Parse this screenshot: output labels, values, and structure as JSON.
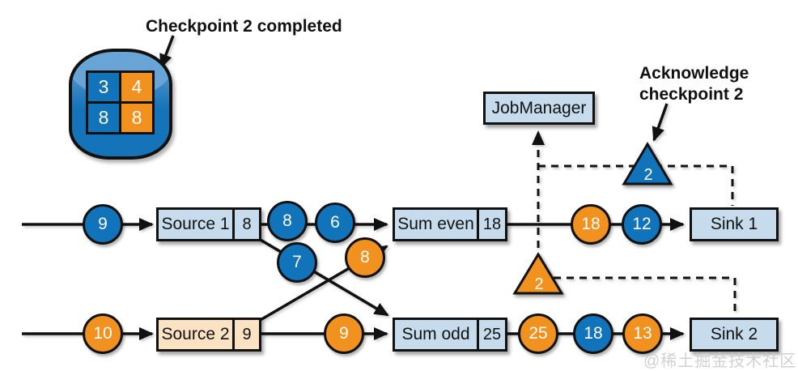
{
  "colors": {
    "blue": "#1173b9",
    "orange": "#f19120",
    "box-blue": "#c6dcec",
    "box-peach": "#fbe2c2"
  },
  "annotations": {
    "checkpoint_completed": "Checkpoint 2 completed",
    "acknowledge": "Acknowledge checkpoint 2"
  },
  "checkpoint_store": {
    "cells": [
      {
        "value": "3",
        "color": "blue"
      },
      {
        "value": "4",
        "color": "orange"
      },
      {
        "value": "8",
        "color": "blue"
      },
      {
        "value": "8",
        "color": "orange"
      }
    ]
  },
  "job_manager": {
    "label": "JobManager"
  },
  "operators": {
    "source1": {
      "label": "Source 1",
      "state": "8"
    },
    "source2": {
      "label": "Source 2",
      "state": "9"
    },
    "sum_even": {
      "label": "Sum even",
      "state": "18"
    },
    "sum_odd": {
      "label": "Sum odd",
      "state": "25"
    },
    "sink1": {
      "label": "Sink 1"
    },
    "sink2": {
      "label": "Sink 2"
    }
  },
  "records": {
    "row1_input": "9",
    "row1_even_a": "8",
    "row1_even_b": "6",
    "row1_odd_down": "7",
    "row2_even_up": "8",
    "row1_out_a": "18",
    "row1_out_b": "12",
    "row2_input": "10",
    "row2_odd": "9",
    "row2_out_a": "25",
    "row2_out_b": "18",
    "row2_out_c": "13"
  },
  "barriers": {
    "even": "2",
    "odd": "2"
  },
  "watermark": "@稀土掘金技术社区"
}
